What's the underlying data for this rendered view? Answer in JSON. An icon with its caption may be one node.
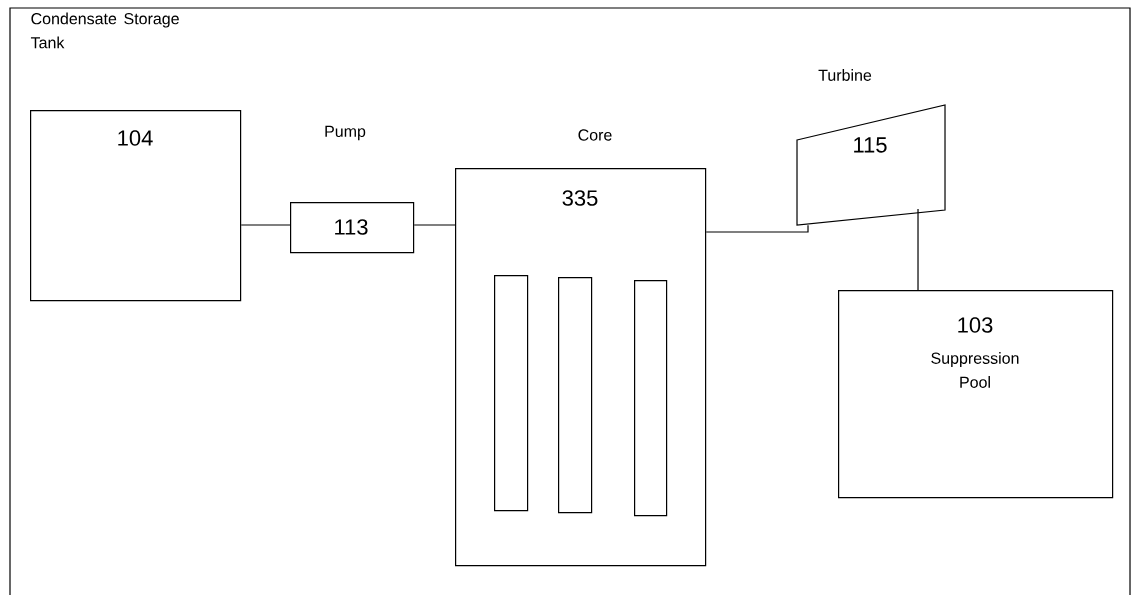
{
  "diagram": {
    "nodes": [
      {
        "text": [
          "Condensate Storage Tank",
          "104"
        ]
      },
      {
        "text": [
          "Pump",
          "113"
        ]
      },
      {
        "text": [
          "Core",
          "335"
        ]
      },
      {
        "text": [],
        "shape": "bar",
        "in": 2
      },
      {
        "text": [],
        "shape": "bar",
        "in": 2
      },
      {
        "text": [],
        "shape": "bar",
        "in": 2
      },
      {
        "text": [
          "Turbine",
          "115"
        ]
      },
      {
        "text": [
          "103",
          "Suppression Pool"
        ]
      }
    ],
    "edges": [
      {
        "from": 0,
        "to": 1,
        "arrow": "none"
      },
      {
        "from": 1,
        "to": 2,
        "arrow": "none"
      },
      {
        "from": 2,
        "to": 6,
        "arrow": "none"
      },
      {
        "from": 6,
        "to": 7,
        "arrow": "none"
      }
    ]
  }
}
